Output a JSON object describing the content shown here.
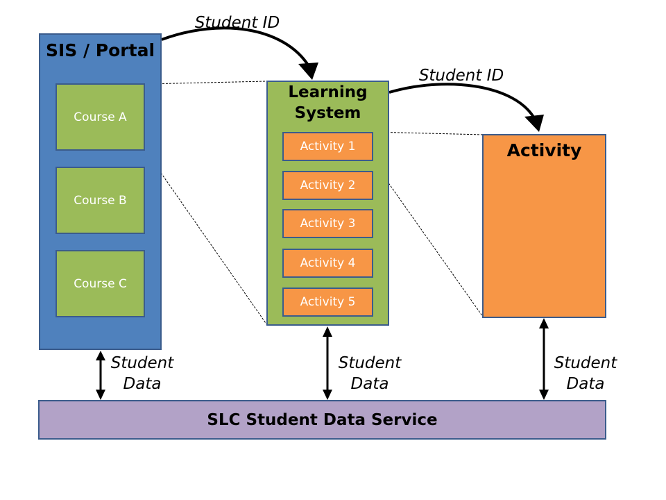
{
  "colors": {
    "sis_fill": "#4f81bd",
    "course_fill": "#9bbb59",
    "learning_system_fill": "#9bbb59",
    "activity_fill": "#f79646",
    "slc_fill": "#b2a2c7",
    "border": "#3b5c8c"
  },
  "sis": {
    "title": "SIS / Portal",
    "courses": [
      "Course A",
      "Course B",
      "Course C"
    ]
  },
  "learning_system": {
    "title_line1": "Learning",
    "title_line2": "System",
    "activities": [
      "Activity 1",
      "Activity 2",
      "Activity 3",
      "Activity 4",
      "Activity 5"
    ]
  },
  "activity": {
    "title": "Activity"
  },
  "slc": {
    "title": "SLC Student Data Service"
  },
  "flows": {
    "id_label_1": "Student ID",
    "id_label_2": "Student ID",
    "data_labels": [
      {
        "line1": "Student",
        "line2": "Data"
      },
      {
        "line1": "Student",
        "line2": "Data"
      },
      {
        "line1": "Student",
        "line2": "Data"
      }
    ]
  }
}
